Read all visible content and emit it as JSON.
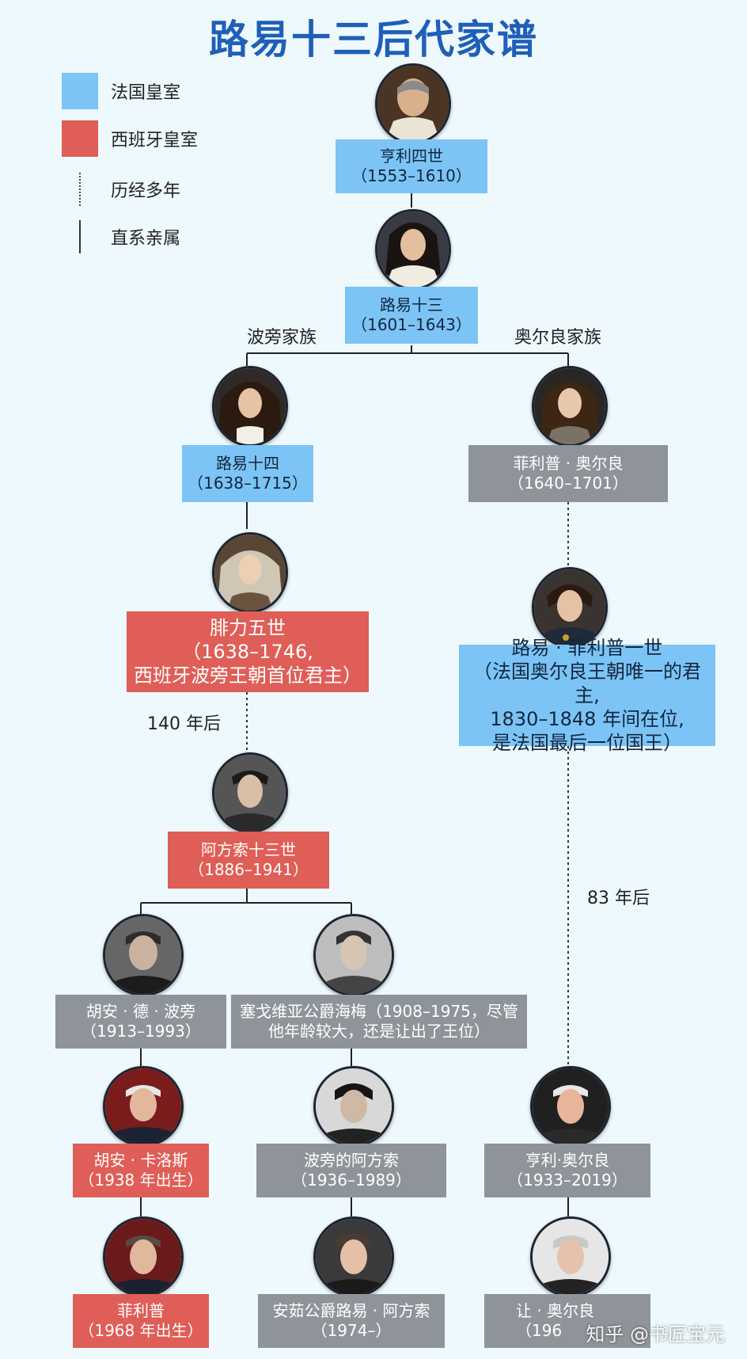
{
  "title": "路易十三后代家谱",
  "legend": [
    {
      "label": "法国皇室",
      "kind": "swatch",
      "color": "#7cc4f5"
    },
    {
      "label": "西班牙皇室",
      "kind": "swatch",
      "color": "#df5e57"
    },
    {
      "label": "历经多年",
      "kind": "dotted"
    },
    {
      "label": "直系亲属",
      "kind": "solid"
    }
  ],
  "colors": {
    "french": "#7cc4f5",
    "spanish": "#df5e57",
    "other": "#8f949a"
  },
  "families": {
    "left": "波旁家族",
    "right": "奥尔良家族"
  },
  "notes": {
    "gap_left": "140 年后",
    "gap_right": "83 年后"
  },
  "people": {
    "henri4": {
      "name": "亨利四世",
      "dates": "（1553–1610）",
      "house": "french"
    },
    "louis13": {
      "name": "路易十三",
      "dates": "（1601–1643）",
      "house": "french"
    },
    "louis14": {
      "name": "路易十四",
      "dates": "（1638–1715）",
      "house": "french"
    },
    "philippe_orleans": {
      "name": "菲利普 · 奥尔良",
      "dates": "（1640–1701）",
      "house": "other"
    },
    "felipe5": {
      "name": "腓力五世",
      "dates": "（1638–1746,",
      "extra": "西班牙波旁王朝首位君主）",
      "house": "spanish"
    },
    "louis_philippe": {
      "name": "路易 · 菲利普一世",
      "dates": "（法国奥尔良王朝唯一的君主,",
      "extra": "1830–1848 年间在位,",
      "extra2": "是法国最后一位国王）",
      "house": "french"
    },
    "alfonso13": {
      "name": "阿方索十三世",
      "dates": "（1886–1941）",
      "house": "spanish"
    },
    "juan": {
      "name": "胡安 · 德 · 波旁",
      "dates": "（1913–1993）",
      "house": "other"
    },
    "jaime": {
      "name": "塞戈维亚公爵海梅（1908–1975，尽管",
      "dates": "他年龄较大，还是让出了王位）",
      "house": "other"
    },
    "juan_carlos": {
      "name": "胡安 · 卡洛斯",
      "dates": "（1938 年出生）",
      "house": "spanish"
    },
    "alfonso_b": {
      "name": "波旁的阿方索",
      "dates": "（1936–1989）",
      "house": "other"
    },
    "henri_orleans": {
      "name": "亨利·奥尔良",
      "dates": "（1933–2019）",
      "house": "other"
    },
    "felipe": {
      "name": "菲利普",
      "dates": "（1968 年出生）",
      "house": "spanish"
    },
    "louis_alphonse": {
      "name": "安茹公爵路易 · 阿方索",
      "dates": "（1974–）",
      "house": "other"
    },
    "jean": {
      "name": "让 · 奥尔良",
      "dates": "（196",
      "house": "other"
    }
  },
  "watermark": "知乎 @书匠宝元"
}
